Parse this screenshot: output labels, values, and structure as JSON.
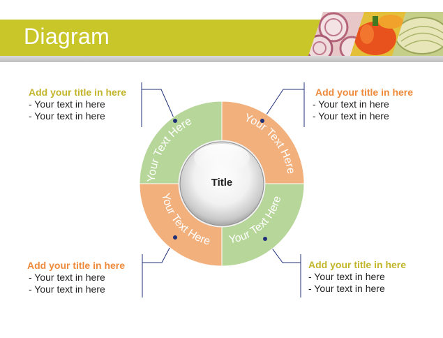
{
  "header": {
    "title": "Diagram"
  },
  "diagram": {
    "center_title": "Title",
    "ring_labels": [
      "Your Text Here",
      "Your Text Here",
      "Your Text Here",
      "Your Text Here"
    ]
  },
  "callouts": [
    {
      "title": "Add your title in here",
      "lines": [
        "- Your text in here",
        "- Your text in here"
      ]
    },
    {
      "title": "Add your title in here",
      "lines": [
        "- Your text in here",
        "- Your text in here"
      ]
    },
    {
      "title": "Add your title in here",
      "lines": [
        "- Your text in here",
        "- Your text in here"
      ]
    },
    {
      "title": "Add your title in here",
      "lines": [
        "- Your text in here",
        "- Your text in here"
      ]
    }
  ],
  "colors": {
    "header_band": "#c9c62a",
    "segment_green": "#b7d69a",
    "segment_orange": "#f2b07d",
    "title_green": "#c2b52a",
    "title_orange": "#ee8a3a",
    "connector": "#1f2f78"
  },
  "header_images": [
    "onion-slices-photo",
    "bell-pepper-photo",
    "mushroom-photo"
  ]
}
